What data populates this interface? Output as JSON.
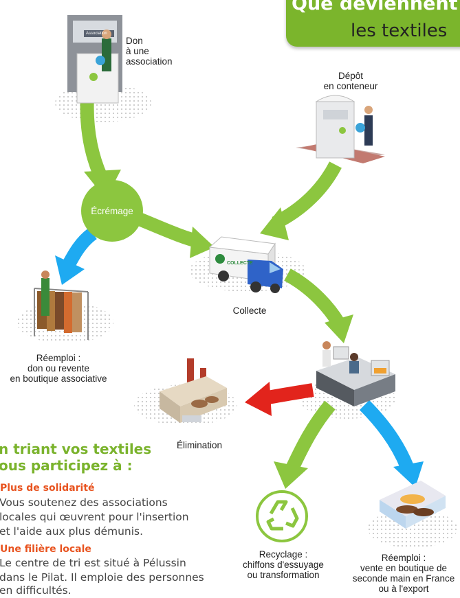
{
  "title": {
    "line1": "Que deviennent",
    "line2": "les textiles"
  },
  "nodes": {
    "don": "Don\nà une\nassociation",
    "depot": "Dépôt\nen conteneur",
    "ecremage": "Écrémage",
    "collecte": "Collecte",
    "reemploi_asso": "Réemploi :\ndon ou revente\nen boutique associative",
    "elimination": "Élimination",
    "recyclage": "Recyclage :\nchiffons d'essuyage\nou transformation",
    "reemploi_export": "Réemploi :\nvente en boutique de\nseconde main en France\nou à l'export"
  },
  "truck_text": "COLLECTE",
  "container_text": "Association",
  "benefits": {
    "headline_line1": "n triant vos textiles",
    "headline_line2": "ous participez à :",
    "items": [
      {
        "heading": "Plus de solidarité",
        "lines": [
          "Vous soutenez des associations",
          "locales qui œuvrent pour l'insertion",
          "et l'aide aux plus démunis."
        ]
      },
      {
        "heading": "Une filière locale",
        "lines": [
          "Le centre de tri est situé à Pélussin",
          "dans le Pilat. Il emploie des personnes",
          "en difficultés."
        ]
      }
    ]
  },
  "colors": {
    "green": "#8cc63f",
    "dark_green": "#7ab32c",
    "blue": "#1eaaf1",
    "red": "#e2241c",
    "orange": "#e8531f"
  }
}
